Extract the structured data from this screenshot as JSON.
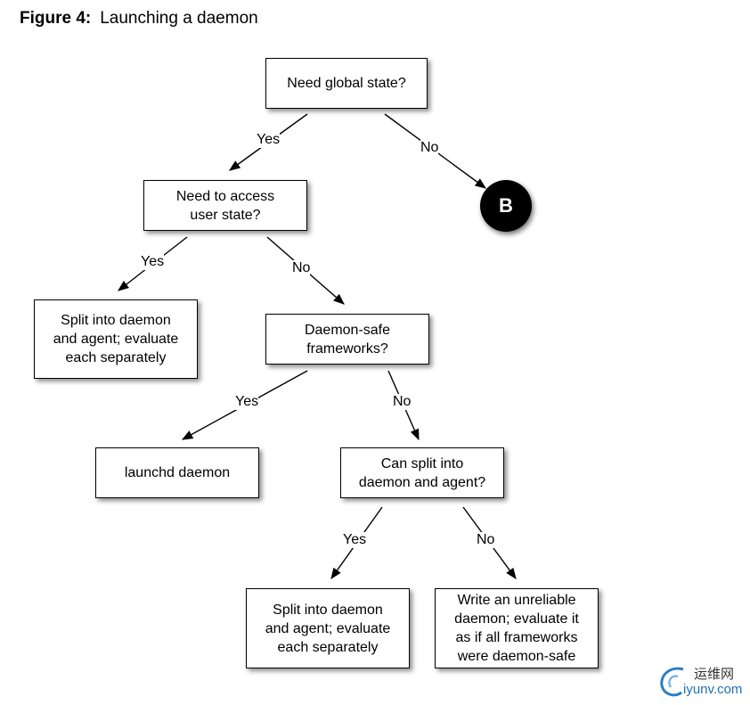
{
  "caption": {
    "number": "Figure 4:",
    "title": "Launching a daemon"
  },
  "nodes": {
    "global_state": [
      "Need global state?"
    ],
    "user_state": [
      "Need to access",
      "user state?"
    ],
    "split_1": [
      "Split into daemon",
      "and agent; evaluate",
      "each separately"
    ],
    "daemon_safe": [
      "Daemon-safe",
      "frameworks?"
    ],
    "launchd": [
      "launchd daemon"
    ],
    "can_split": [
      "Can split into",
      "daemon and agent?"
    ],
    "split_2": [
      "Split into daemon",
      "and agent; evaluate",
      "each separately"
    ],
    "unreliable": [
      "Write an unreliable",
      "daemon; evaluate it",
      "as if all frameworks",
      "were daemon-safe"
    ],
    "terminal_b": "B"
  },
  "edge_labels": {
    "e1_yes": "Yes",
    "e1_no": "No",
    "e2_yes": "Yes",
    "e2_no": "No",
    "e3_yes": "Yes",
    "e3_no": "No",
    "e4_yes": "Yes",
    "e4_no": "No"
  },
  "watermark": {
    "cn": "运维网",
    "en": "iyunv.com"
  }
}
